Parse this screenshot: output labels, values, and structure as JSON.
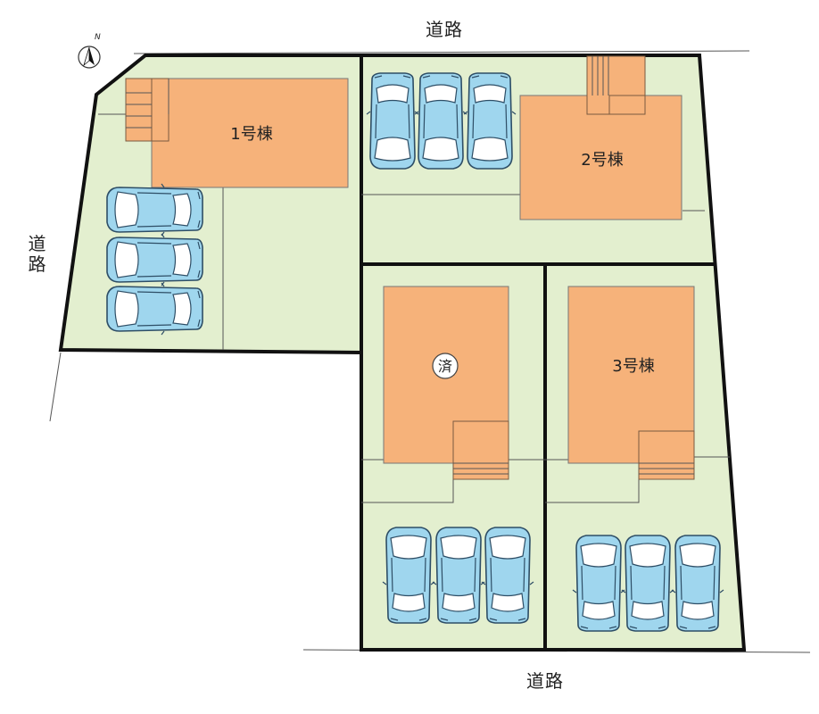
{
  "roads": {
    "north": "道路",
    "west_line1": "道",
    "west_line2": "路",
    "south": "道路"
  },
  "compass": {
    "label": "N"
  },
  "buildings": {
    "b1": "1号棟",
    "b2": "2号棟",
    "b3": "3号棟",
    "sold": "済"
  },
  "colors": {
    "lot": "#e3efcf",
    "house": "#f6b27a",
    "car": "#9fd6ee",
    "border": "#111111"
  }
}
